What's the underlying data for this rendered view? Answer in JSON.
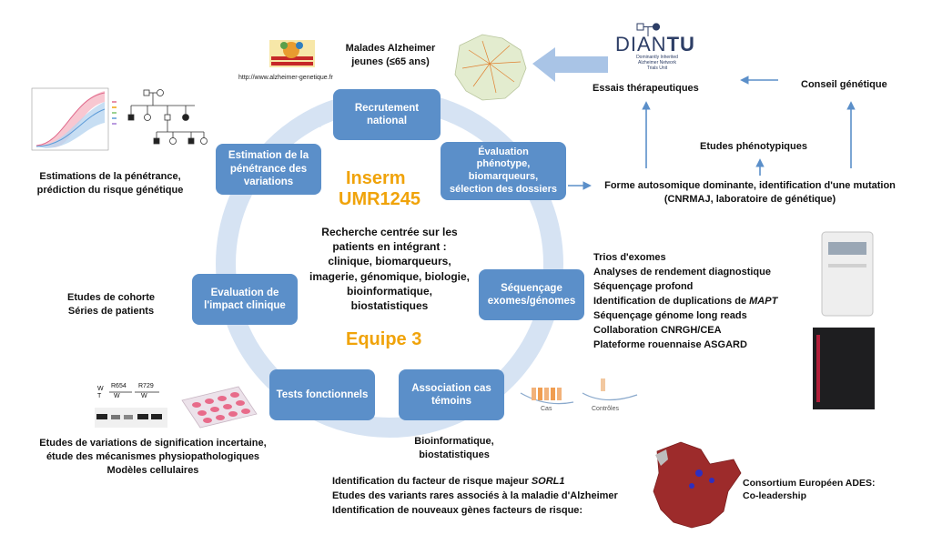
{
  "cycle": {
    "recrutement": "Recrutement\nnational",
    "evaluation_phenotype": "Évaluation\nphénotype,\nbiomarqueurs,\nsélection des dossiers",
    "sequencage": "Séquençage\nexomes/génomes",
    "association": "Association cas\ntémoins",
    "tests": "Tests fonctionnels",
    "impact": "Evaluation de\nl'impact clinique",
    "penetrance": "Estimation de la\npénétrance des\nvariations"
  },
  "center": {
    "inserm": "Inserm",
    "umr": "UMR1245",
    "description": "Recherche centrée sur les\npatients en intégrant :\nclinique, biomarqueurs,\nimagerie, génomique, biologie,\nbioinformatique,\nbiostatistiques",
    "equipe": "Equipe 3"
  },
  "labels": {
    "malades": "Malades Alzheimer\njeunes (≤65 ans)",
    "url": "http://www.alzheimer-genetique.fr",
    "essais": "Essais thérapeutiques",
    "conseil": "Conseil génétique",
    "etudes_phen": "Etudes phénotypiques",
    "forme": "Forme autosomique dominante, identification d'une mutation\n(CNRMAJ, laboratoire de génétique)",
    "penetrance_txt": "Estimations de la pénétrance,\nprédiction du risque génétique",
    "cohorte": "Etudes de cohorte\nSéries de patients",
    "vsi": "Etudes de variations de signification incertaine,\nétude des mécanismes physiopathologiques\nModèles cellulaires",
    "bioinfo": "Bioinformatique,\nbiostatistiques",
    "sorl": [
      "Identification du  facteur de risque majeur ",
      "SORL1"
    ],
    "variants": "Etudes des variants rares associés à la maladie d'Alzheimer",
    "nouveaux": "Identification de nouveaux gènes facteurs de risque:",
    "ades": "Consortium Européen  ADES:\nCo-leadership",
    "cas": "Cas",
    "controles": "Contrôles"
  },
  "seq_list": [
    "Trios d'exomes",
    "Analyses de rendement diagnostique",
    "Séquençage profond",
    "Identification de duplications de ",
    "Séquençage génome long reads",
    "Collaboration CNRGH/CEA",
    "Plateforme rouennaise ASGARD"
  ],
  "seq_list_mapt": "MAPT",
  "dian": {
    "title_a": "DIAN",
    "title_b": "TU",
    "sub": "Dominantly Inherited\nAlzheimer Network\nTrials Unit"
  },
  "gel": {
    "col1": "R654",
    "col2": "R729",
    "w1": "W",
    "w2": "W",
    "wt": "W\nT"
  },
  "colors": {
    "box": "#5b8fc9",
    "arrow": "#c9d9ee",
    "accent": "#f0a30a",
    "link": "#5b8fc9"
  }
}
